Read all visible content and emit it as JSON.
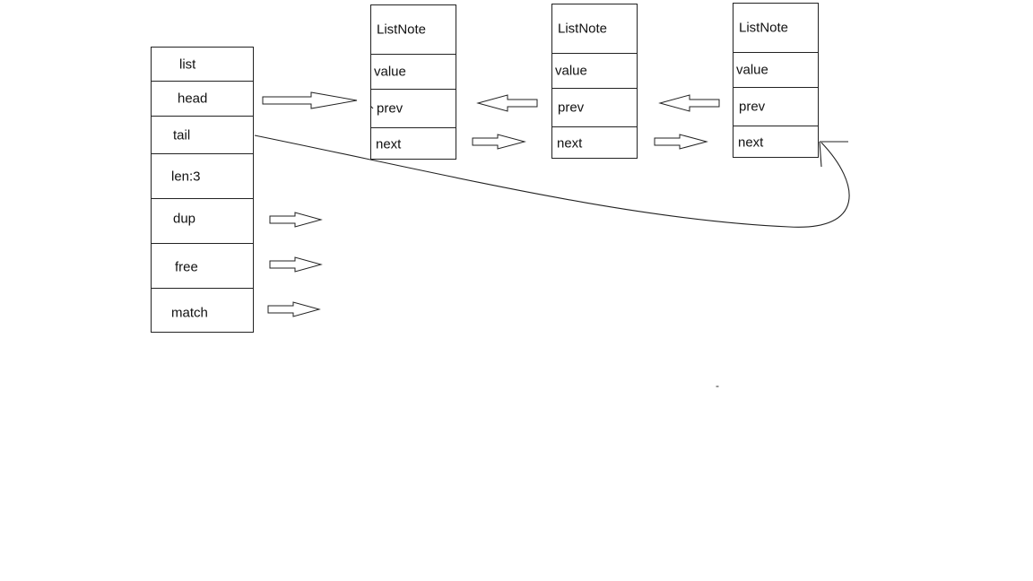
{
  "list_struct": {
    "fields": [
      "list",
      "head",
      "tail",
      "len:3",
      "dup",
      "free",
      "match"
    ]
  },
  "nodes": [
    {
      "title": "ListNote",
      "fields": [
        "value",
        "prev",
        "next"
      ]
    },
    {
      "title": "ListNote",
      "fields": [
        "value",
        "prev",
        "next"
      ]
    },
    {
      "title": "ListNote",
      "fields": [
        "value",
        "prev",
        "next"
      ]
    }
  ],
  "stray_mark": "-"
}
